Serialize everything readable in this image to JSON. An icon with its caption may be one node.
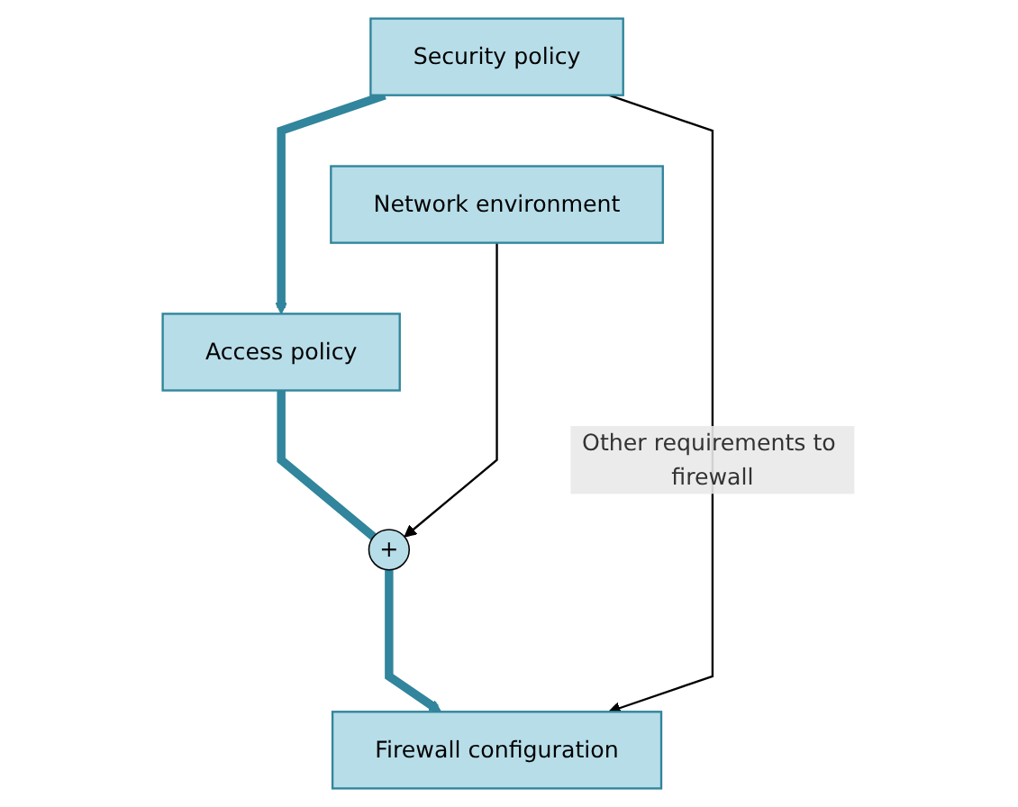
{
  "diagram": {
    "nodes": [
      {
        "text": [
          "Security policy"
        ]
      },
      {
        "text": [
          "Access policy"
        ]
      },
      {
        "text": [
          "+"
        ]
      },
      {
        "text": [
          "Network environment"
        ]
      },
      {
        "text": [
          "Firewall configuration"
        ]
      }
    ],
    "edges": [
      {
        "from": 0,
        "to": 1,
        "arrow": "to"
      },
      {
        "from": 1,
        "to": 2,
        "arrow": "none"
      },
      {
        "from": 2,
        "to": 4,
        "arrow": "to"
      },
      {
        "from": 3,
        "to": 2,
        "arrow": "to",
        "color": "#000000"
      },
      {
        "from": 0,
        "to": 4,
        "arrow": "to",
        "label": "Other requirements to firewall",
        "color": "#000000"
      }
    ]
  }
}
